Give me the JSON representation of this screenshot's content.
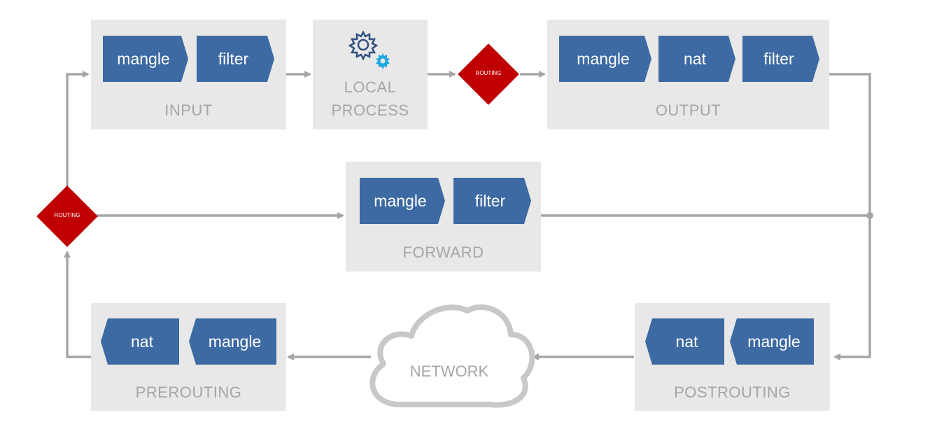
{
  "colors": {
    "chain_fill": "#3d6aa3",
    "stage_fill": "#e8e8e8",
    "routing_fill": "#c00000",
    "arrow": "#a6a6a6",
    "gear_outline": "#2f4f7f",
    "gear_accent": "#1fa7e0"
  },
  "stages": {
    "input": {
      "label": "INPUT",
      "chains": [
        "mangle",
        "filter"
      ]
    },
    "local_process": {
      "label_line1": "LOCAL",
      "label_line2": "PROCESS",
      "icon": "gears-icon"
    },
    "output": {
      "label": "OUTPUT",
      "chains": [
        "mangle",
        "nat",
        "filter"
      ]
    },
    "forward": {
      "label": "FORWARD",
      "chains": [
        "mangle",
        "filter"
      ]
    },
    "prerouting": {
      "label": "PREROUTING",
      "chains": [
        "nat",
        "mangle"
      ]
    },
    "postrouting": {
      "label": "POSTROUTING",
      "chains": [
        "nat",
        "mangle"
      ]
    }
  },
  "routing": {
    "top": "ROUTING",
    "left": "ROUTING"
  },
  "network": {
    "label": "NETWORK"
  }
}
